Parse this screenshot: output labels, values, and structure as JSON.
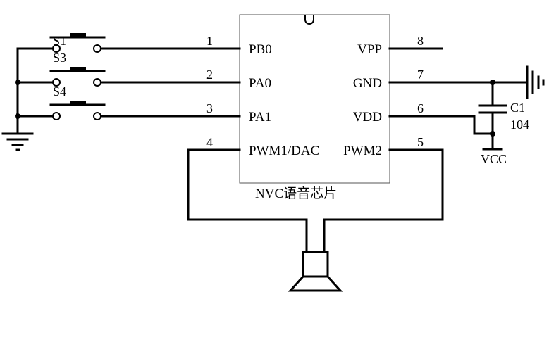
{
  "chip": {
    "name": "NVC语音芯片",
    "left_pins": [
      {
        "number": "1",
        "label": "PB0"
      },
      {
        "number": "2",
        "label": "PA0"
      },
      {
        "number": "3",
        "label": "PA1"
      },
      {
        "number": "4",
        "label": "PWM1/DAC"
      }
    ],
    "right_pins": [
      {
        "number": "8",
        "label": "VPP"
      },
      {
        "number": "7",
        "label": "GND"
      },
      {
        "number": "6",
        "label": "VDD"
      },
      {
        "number": "5",
        "label": "PWM2"
      }
    ]
  },
  "switches": [
    "S1",
    "S3",
    "S4"
  ],
  "capacitor": {
    "name": "C1",
    "value": "104"
  },
  "power_label": "VCC"
}
